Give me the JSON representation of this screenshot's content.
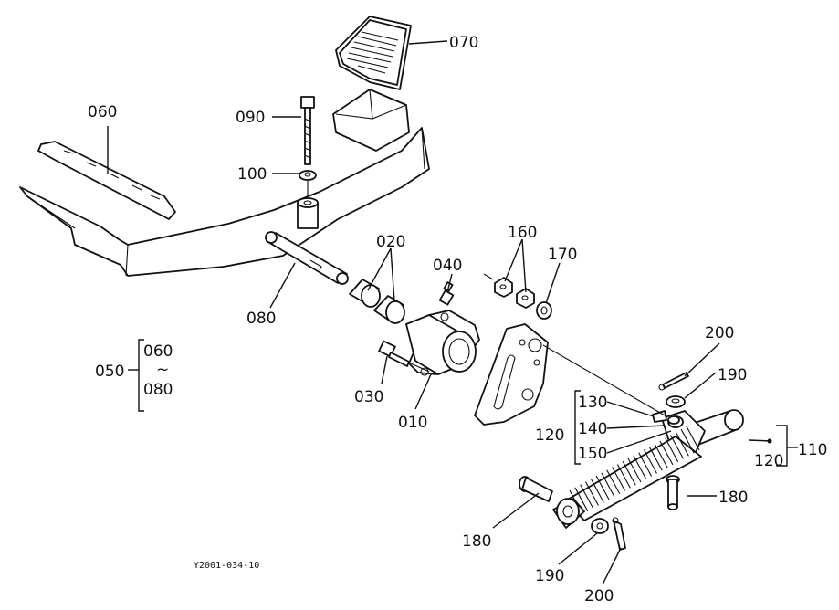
{
  "figure_code": "Y2001-034-10",
  "callouts": {
    "p060": "060",
    "p070": "070",
    "p090": "090",
    "p100": "100",
    "p020": "020",
    "p040": "040",
    "p160": "160",
    "p170": "170",
    "p080": "080",
    "p030": "030",
    "p010": "010",
    "p200a": "200",
    "p190a": "190",
    "p130": "130",
    "p140": "140",
    "p150": "150",
    "p120a": "120",
    "p120b": "120",
    "p110": "110",
    "p180a": "180",
    "p180b": "180",
    "p190b": "190",
    "p200b": "200"
  },
  "assembly_group": {
    "number": "050",
    "item_top": "060",
    "item_bottom": "080",
    "separator": "~"
  }
}
